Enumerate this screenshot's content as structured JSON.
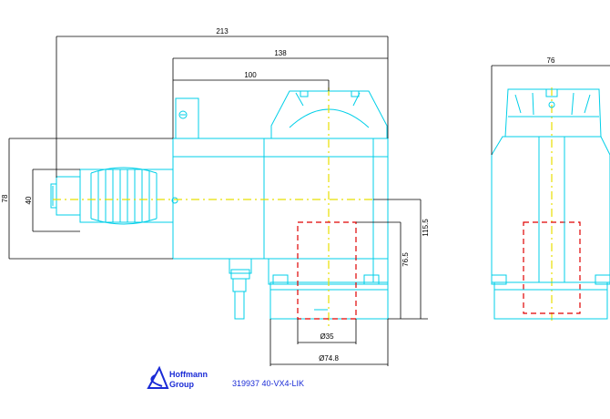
{
  "dimensions": {
    "overall_length": "213",
    "mid_length": "138",
    "inner_length": "100",
    "height_left": "78",
    "collet_dia": "40",
    "center_height": "115.5",
    "spindle_height": "76.5",
    "bore_dia": "Ø35",
    "flange_dia": "Ø74.8",
    "side_width": "76"
  },
  "logo": {
    "line1": "Hoffmann",
    "line2": "Group"
  },
  "caption": "319937 40-VX4-LIK",
  "colors": {
    "part": "#00cfe8",
    "dimension": "#000000",
    "axis": "#e8e000",
    "hidden": "#e00000",
    "brand": "#1a2bd6"
  }
}
